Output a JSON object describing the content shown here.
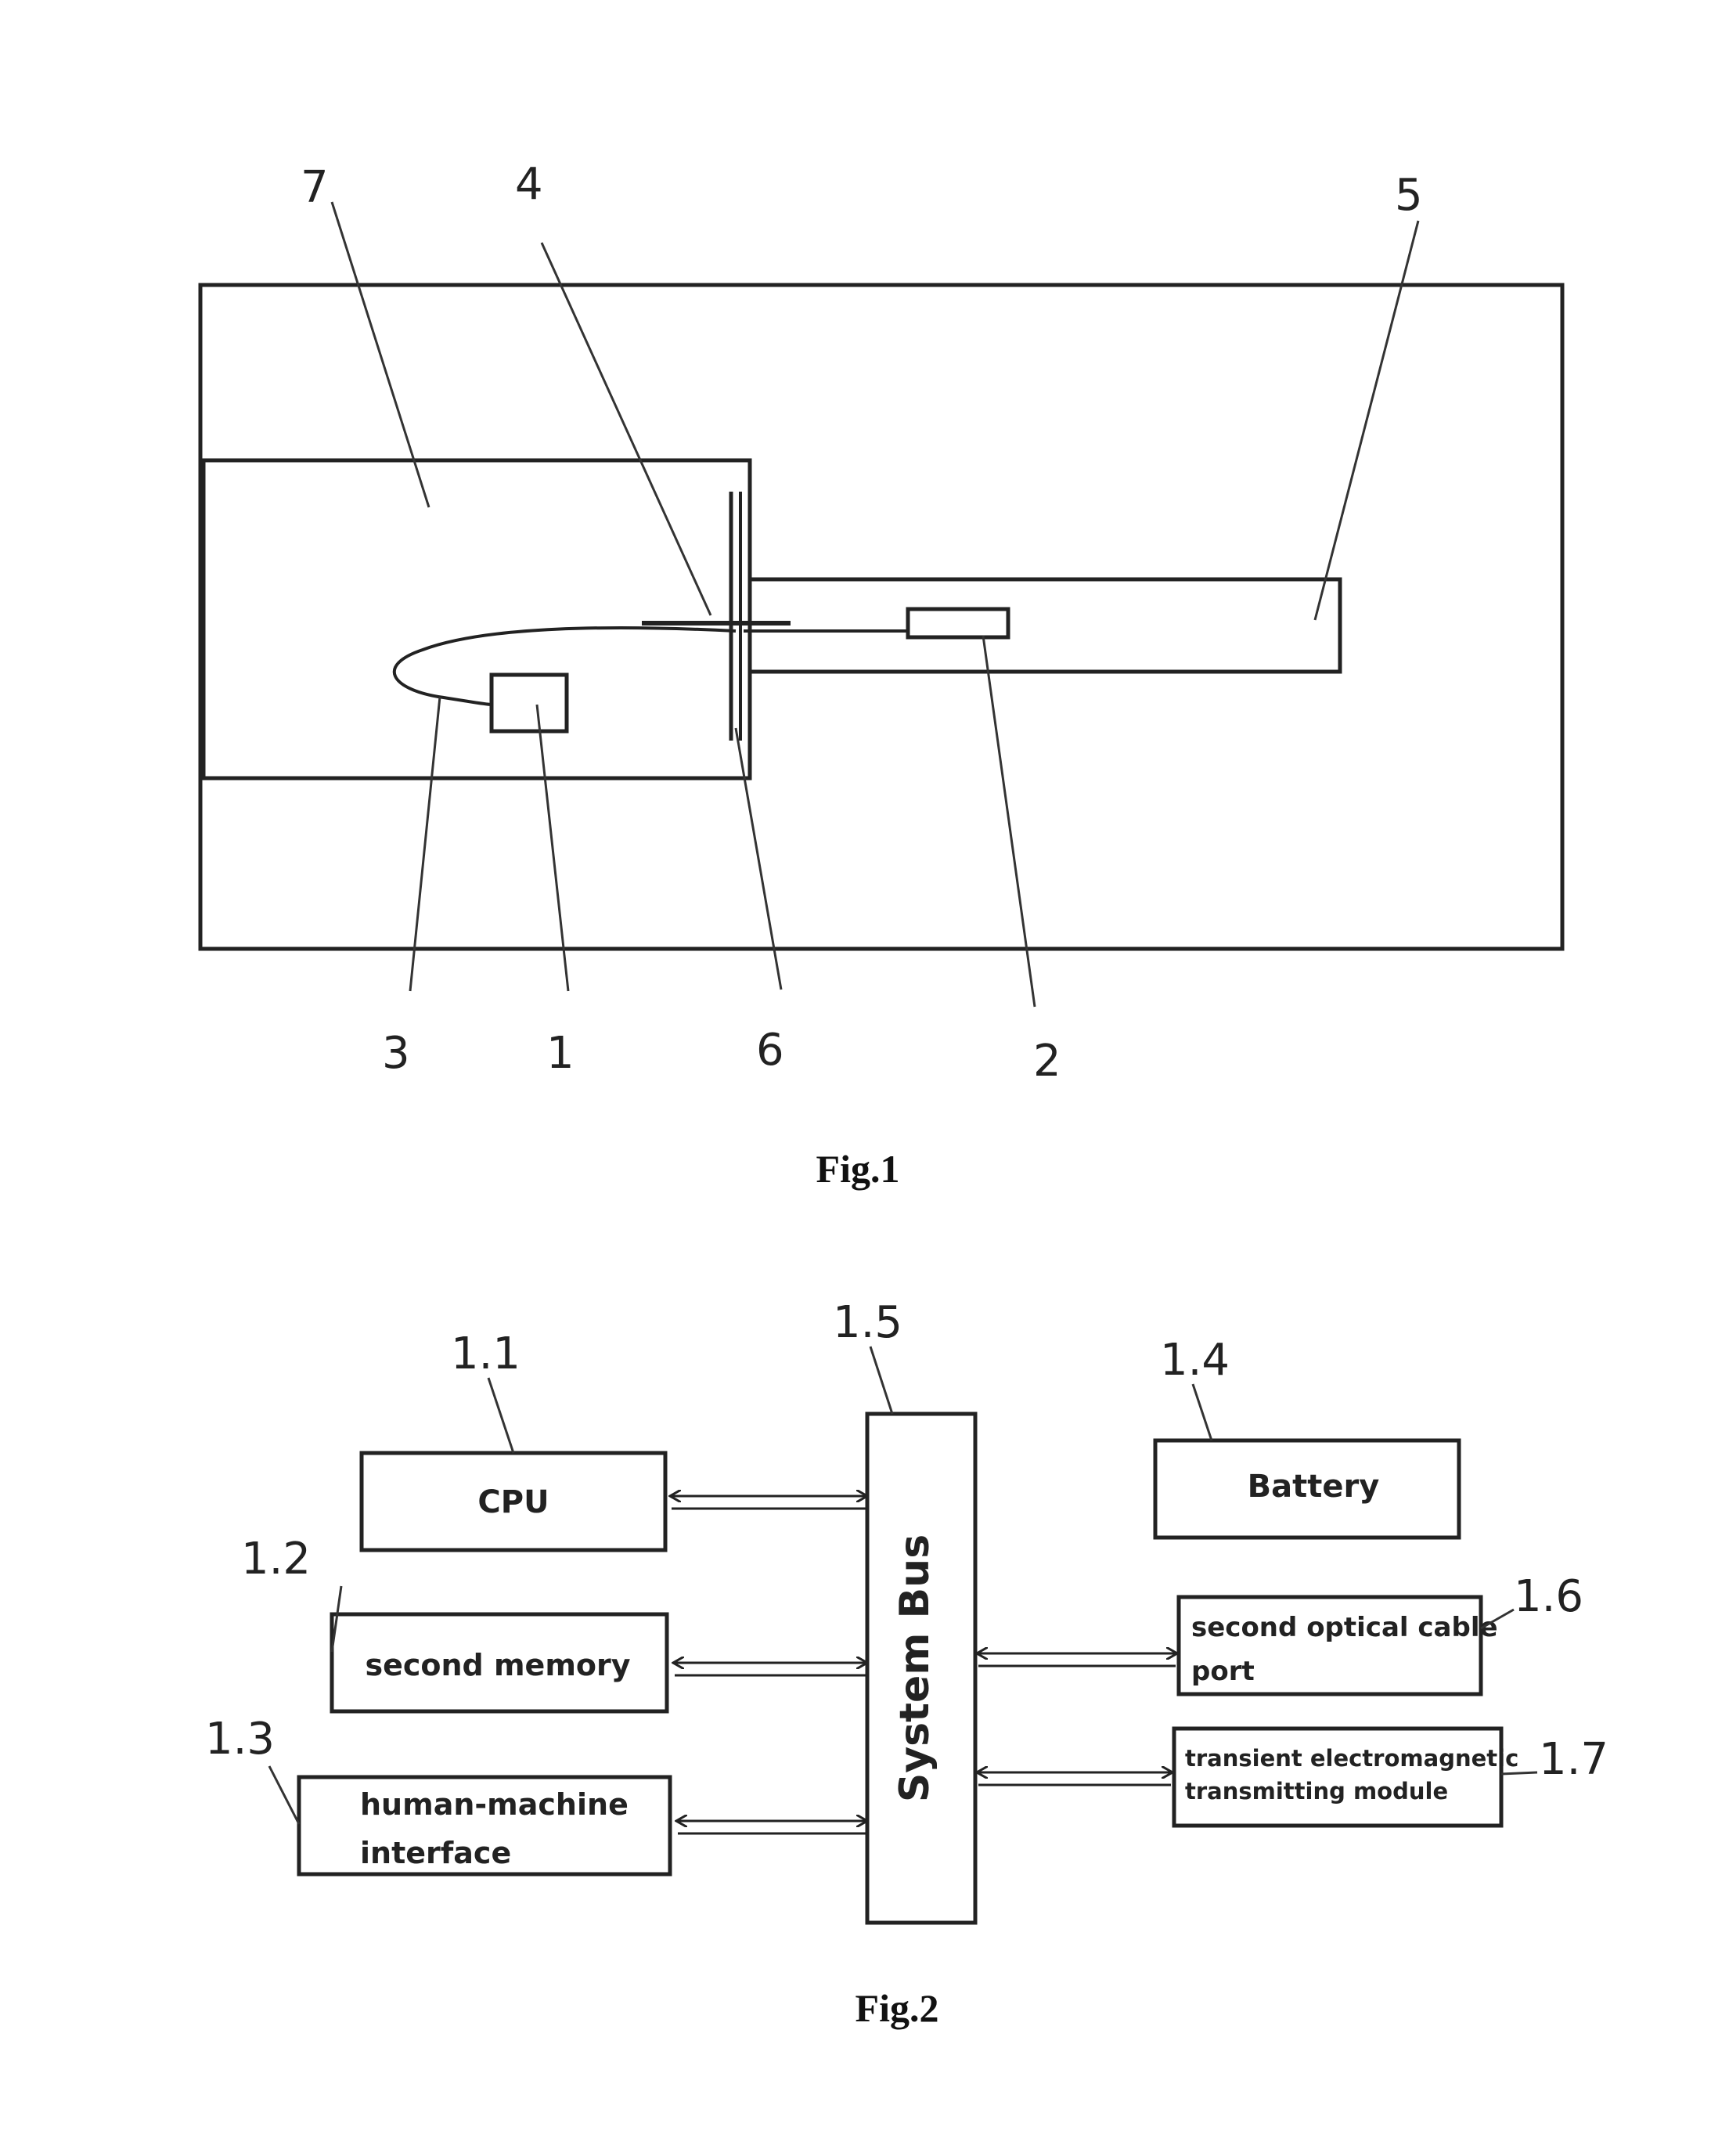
{
  "fig1": {
    "caption": "Fig.1",
    "labels": {
      "n1": "1",
      "n2": "2",
      "n3": "3",
      "n4": "4",
      "n5": "5",
      "n6": "6",
      "n7": "7"
    }
  },
  "fig2": {
    "caption": "Fig.2",
    "cpu": {
      "ref": "1.1",
      "label": "CPU"
    },
    "memory": {
      "ref": "1.2",
      "label": "second memory"
    },
    "hmi": {
      "ref": "1.3",
      "label_line1": "human-machine",
      "label_line2": "interface"
    },
    "battery": {
      "ref": "1.4",
      "label": "Battery"
    },
    "bus": {
      "ref": "1.5",
      "label": "System Bus"
    },
    "optical": {
      "ref": "1.6",
      "label_line1": "second optical cable",
      "label_line2": "port"
    },
    "transient": {
      "ref": "1.7",
      "label_line1": "transient electromagnetic",
      "label_line2": "transmitting module"
    }
  }
}
